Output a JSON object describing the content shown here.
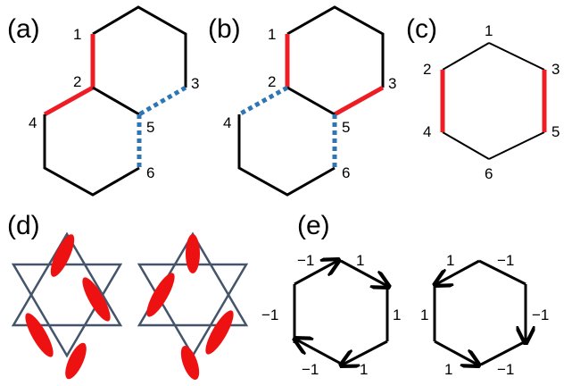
{
  "panels": {
    "a": "(a)",
    "b": "(b)",
    "c": "(c)",
    "d": "(d)",
    "e": "(e)"
  },
  "vertex_labels": {
    "a": [
      "1",
      "2",
      "3",
      "4",
      "5",
      "6"
    ],
    "b": [
      "1",
      "2",
      "3",
      "4",
      "5",
      "6"
    ],
    "c": [
      "1",
      "2",
      "3",
      "4",
      "5",
      "6"
    ]
  },
  "edge_labels": {
    "left": [
      "−1",
      "1",
      "1",
      "1",
      "−1",
      "−1"
    ],
    "right": [
      "1",
      "−1",
      "−1",
      "−1",
      "1",
      "1"
    ]
  },
  "colors": {
    "line": "#000000",
    "highlight": "#ee1c24",
    "dashed": "#2e75b6",
    "lattice": "#44546a",
    "ellipse": "#ee1111"
  }
}
